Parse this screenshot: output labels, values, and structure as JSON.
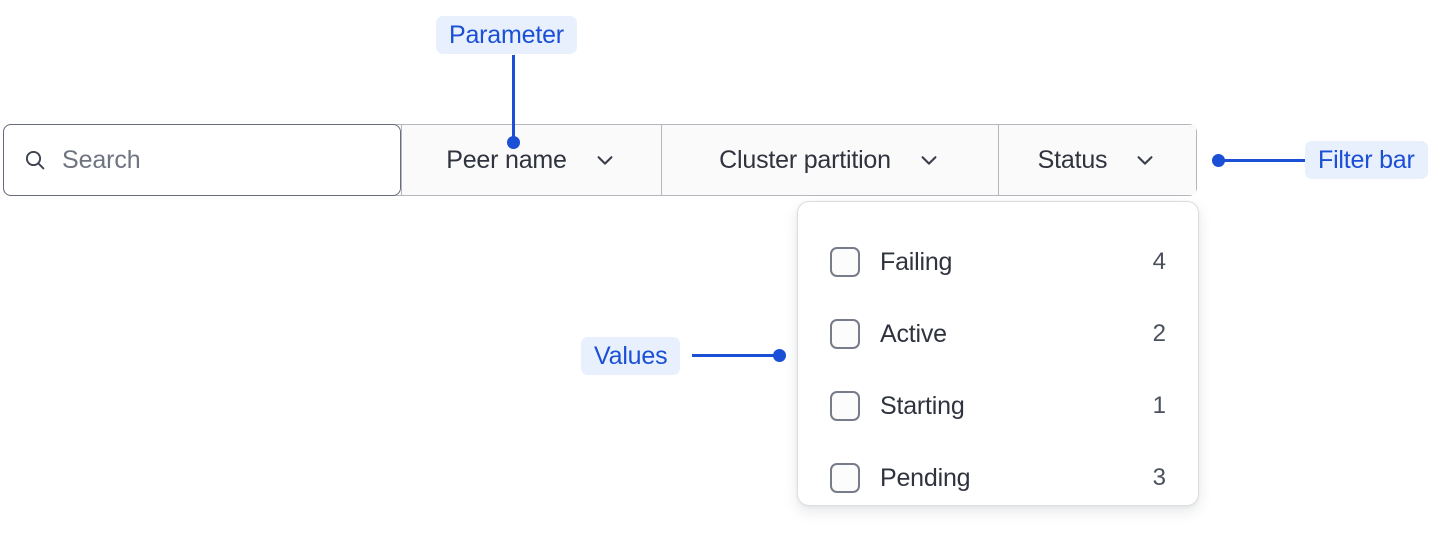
{
  "filter_bar": {
    "search": {
      "icon": "search-icon",
      "placeholder": "Search",
      "value": ""
    },
    "segments": [
      {
        "label": "Peer name",
        "icon": "chevron-down-icon",
        "expanded": false
      },
      {
        "label": "Cluster partition",
        "icon": "chevron-down-icon",
        "expanded": false
      },
      {
        "label": "Status",
        "icon": "chevron-down-icon",
        "expanded": true
      }
    ]
  },
  "dropdown": {
    "owner": "Status",
    "options": [
      {
        "label": "Failing",
        "count": "4",
        "checked": false
      },
      {
        "label": "Active",
        "count": "2",
        "checked": false
      },
      {
        "label": "Starting",
        "count": "1",
        "checked": false
      },
      {
        "label": "Pending",
        "count": "3",
        "checked": false
      }
    ]
  },
  "annotations": [
    {
      "label": "Parameter",
      "target": "peer-name-segment"
    },
    {
      "label": "Values",
      "target": "dropdown-options"
    },
    {
      "label": "Filter bar",
      "target": "filter-bar"
    }
  ],
  "colors": {
    "annotation_text": "#1a4fd6",
    "annotation_chip_bg": "#e8f0fe",
    "bar_border": "#b4b7be",
    "search_border": "#676d7c",
    "segment_bg": "#fafafb",
    "panel_bg": "#ffffff",
    "text_primary": "#2f333d",
    "text_muted": "#6e7480"
  }
}
